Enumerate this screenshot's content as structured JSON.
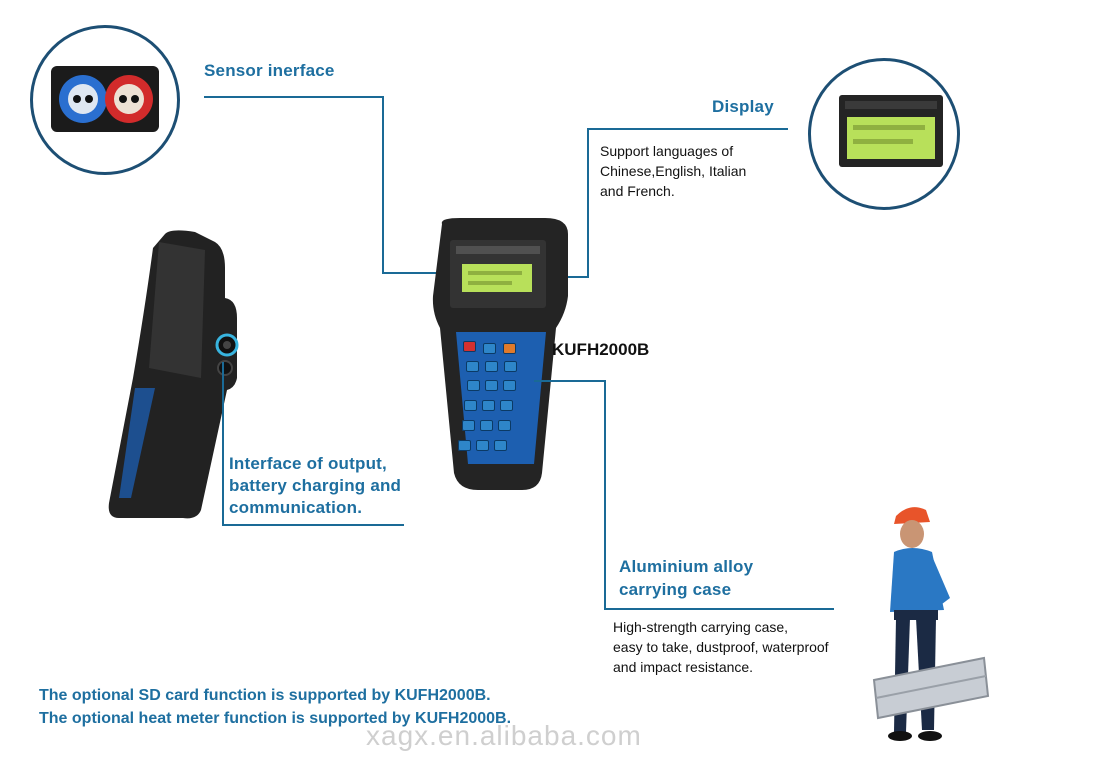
{
  "sensor": {
    "title": "Sensor inerface"
  },
  "display": {
    "title": "Display",
    "description": [
      "Support languages of",
      "Chinese,English, Italian",
      "and French."
    ]
  },
  "model": {
    "name": "KUFH2000B"
  },
  "interface": {
    "title_lines": [
      "Interface of output,",
      "battery charging and",
      "communication."
    ]
  },
  "case": {
    "title_lines": [
      "Aluminium alloy",
      "carrying case"
    ],
    "description": [
      "High-strength carrying case,",
      "easy to take, dustproof, waterproof",
      "and impact resistance."
    ]
  },
  "footer": {
    "lines": [
      "The optional SD card function is supported by KUFH2000B.",
      "The optional heat meter function is supported by KUFH2000B."
    ]
  },
  "watermark": "xagx.en.alibaba.com",
  "colors": {
    "accent": "#1e6fa0",
    "line": "#1a6a96",
    "lcd": "#b8e05a"
  }
}
